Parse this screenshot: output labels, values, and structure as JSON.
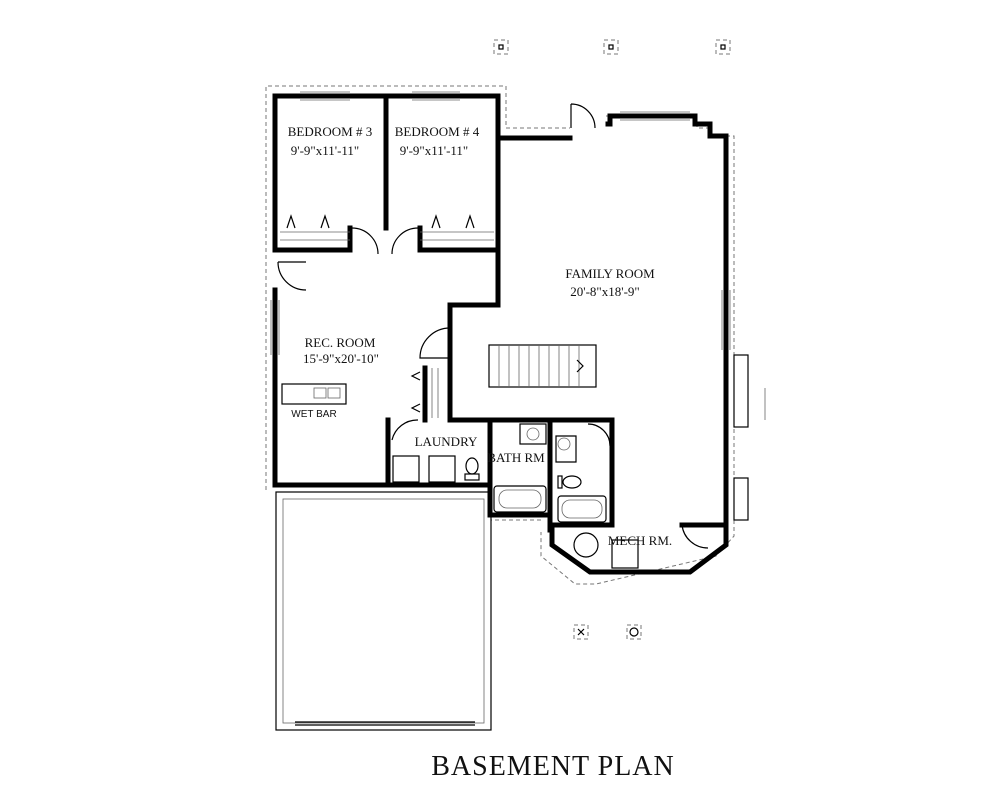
{
  "plan": {
    "title": "BASEMENT PLAN",
    "rooms": {
      "bedroom3": {
        "name": "BEDROOM # 3",
        "dims": "9'-9\"x11'-11\""
      },
      "bedroom4": {
        "name": "BEDROOM # 4",
        "dims": "9'-9\"x11'-11\""
      },
      "family": {
        "name": "FAMILY ROOM",
        "dims": "20'-8\"x18'-9\""
      },
      "rec": {
        "name": "REC. ROOM",
        "dims": "15'-9\"x20'-10\""
      },
      "wetbar": {
        "name": "WET BAR"
      },
      "laundry": {
        "name": "LAUNDRY"
      },
      "bath": {
        "name": "BATH RM"
      },
      "mech": {
        "name": "MECH RM."
      }
    }
  }
}
